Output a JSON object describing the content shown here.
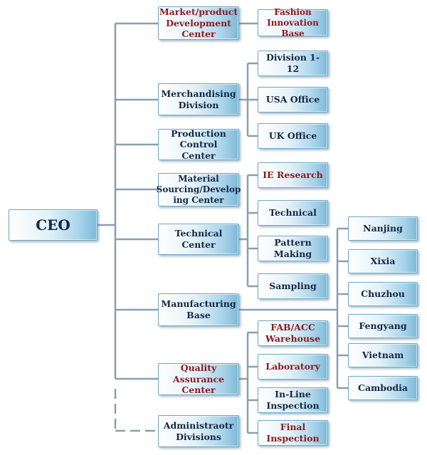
{
  "nodes": {
    "ceo": "CEO",
    "market": "Market/product\nDevelopment\nCenter",
    "fashion": "Fashion\nInnovation Base",
    "merch": "Merchandising\nDivision",
    "division": "Division 1-12",
    "usa": "USA Office",
    "uk": "UK Office",
    "production": "Production\nControl Center",
    "material": "Material\nSourcing/Develop\ning Center",
    "ie": "IE Research",
    "technical_center": "Technical Center",
    "technical": "Technical",
    "pattern": "Pattern Making",
    "sampling": "Sampling",
    "manufacturing": "Manufacturing\nBase",
    "nanjing": "Nanjing",
    "xixia": "Xixia",
    "chuzhou": "Chuzhou",
    "fengyang": "Fengyang",
    "vietnam": "Vietnam",
    "cambodia": "Cambodia",
    "fab": "FAB/ACC\nWarehouse",
    "laboratory": "Laboratory",
    "quality": "Quality Assurance\nCenter",
    "inline": "In-Line\nInspection",
    "final": "Final Inspection",
    "admin": "Administraotr\nDivisions"
  },
  "colors": {
    "line": "#8a9fad",
    "text_dark": "#152645",
    "text_red": "#8b1a1f",
    "box_border": "#6fa6c4"
  }
}
